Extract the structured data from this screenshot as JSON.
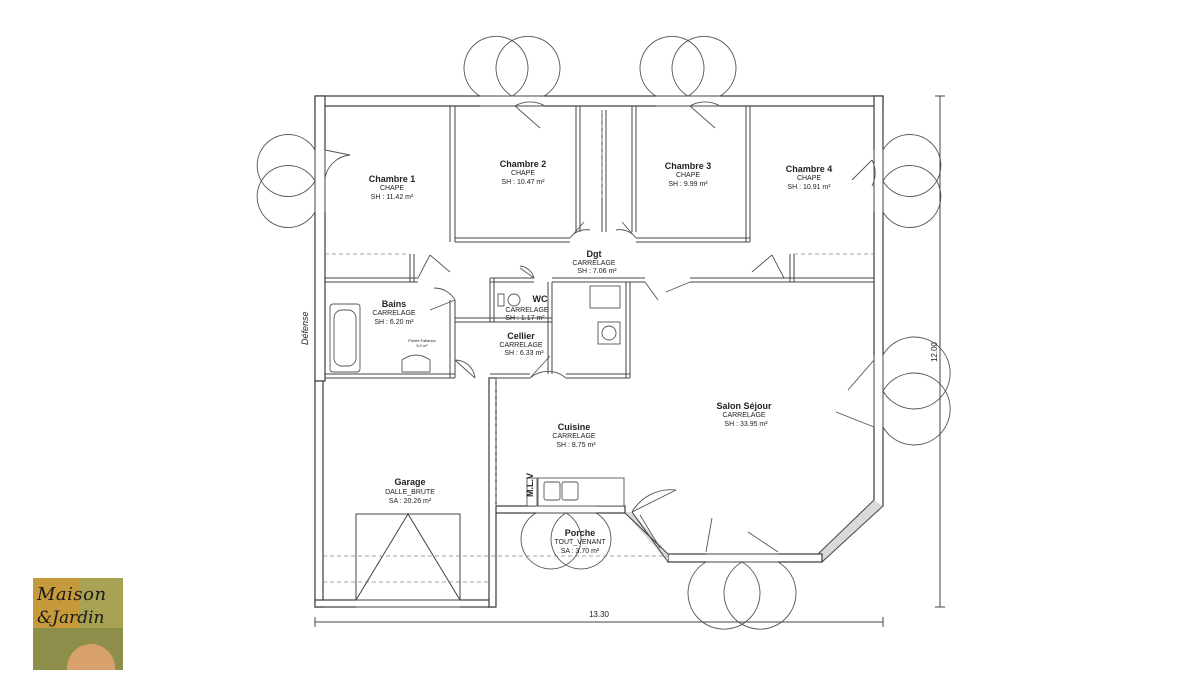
{
  "rooms": {
    "chambre1": {
      "name": "Chambre 1",
      "floor": "CHAPE",
      "area": "SH : 11.42 m²"
    },
    "chambre2": {
      "name": "Chambre 2",
      "floor": "CHAPE",
      "area": "SH : 10.47 m²"
    },
    "chambre3": {
      "name": "Chambre 3",
      "floor": "CHAPE",
      "area": "SH : 9.99 m²"
    },
    "chambre4": {
      "name": "Chambre 4",
      "floor": "CHAPE",
      "area": "SH : 10.91 m²"
    },
    "dgt": {
      "name": "Dgt",
      "floor": "CARRELAGE",
      "area": "SH : 7.06 m²"
    },
    "wc": {
      "name": "WC",
      "floor": "CARRELAGE",
      "area": "SH : 1.17 m²"
    },
    "bains": {
      "name": "Bains",
      "floor": "CARRELAGE",
      "area": "SH : 6.20 m²",
      "note1": "Pointé Fallance",
      "note2": "5.0 m²"
    },
    "cellier": {
      "name": "Cellier",
      "floor": "CARRELAGE",
      "area": "SH : 6.33 m²"
    },
    "salon": {
      "name": "Salon Séjour",
      "floor": "CARRELAGE",
      "area": "SH : 33.95 m²"
    },
    "cuisine": {
      "name": "Cuisine",
      "floor": "CARRELAGE",
      "area": "SH : 8.75 m²"
    },
    "garage": {
      "name": "Garage",
      "floor": "DALLE_BRUTE",
      "area": "SA : 20.26 m²"
    },
    "porche": {
      "name": "Porche",
      "floor": "TOUT_VENANT",
      "area": "SA : 3.70 m²"
    }
  },
  "labels": {
    "mlv": "M.L.V",
    "defense": "Défense"
  },
  "dimensions": {
    "width": "13.30",
    "height": "12.00"
  },
  "logo": {
    "line1": "Maison",
    "line2": "&Jardin"
  },
  "colors": {
    "logo_orange": "#c69a3b",
    "logo_olive": "#8e8f3a"
  }
}
